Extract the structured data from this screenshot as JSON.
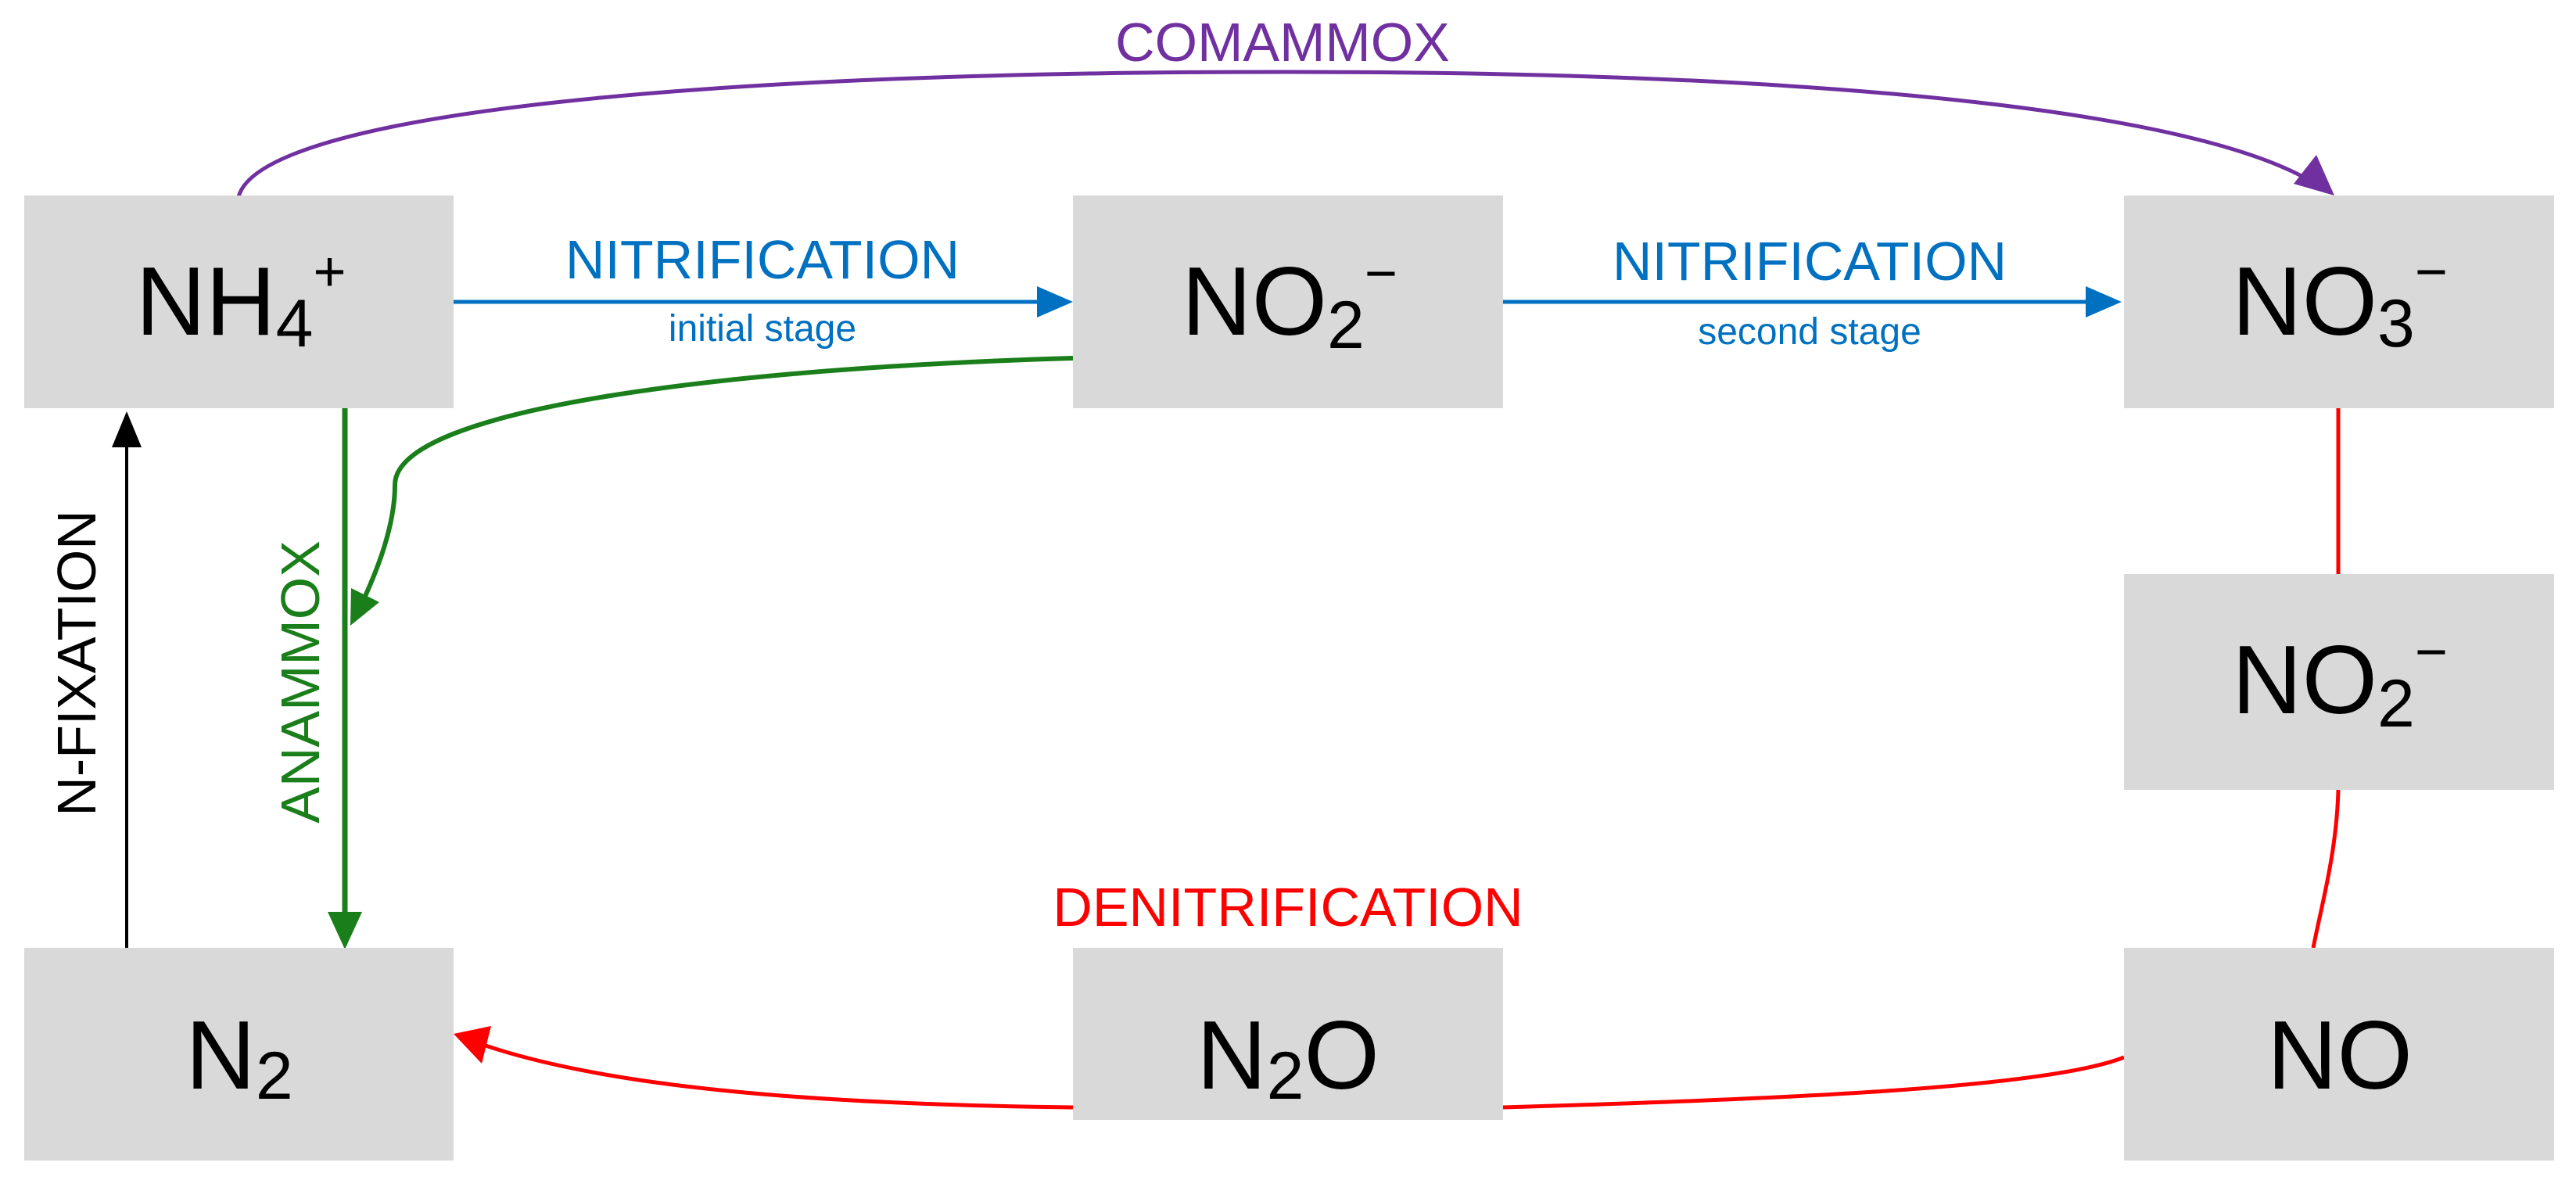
{
  "nodes": {
    "nh4": {
      "base": "NH",
      "sub": "4",
      "sup": "+"
    },
    "no2_top": {
      "base": "NO",
      "sub": "2",
      "sup": "−"
    },
    "no3": {
      "base": "NO",
      "sub": "3",
      "sup": "−"
    },
    "no2_right": {
      "base": "NO",
      "sub": "2",
      "sup": "−"
    },
    "no": {
      "base": "NO"
    },
    "n2o": {
      "base": "N",
      "sub": "2",
      "tail": "O"
    },
    "n2": {
      "base": "N",
      "sub": "2"
    }
  },
  "processes": {
    "comammox": "COMAMMOX",
    "nitrification1": {
      "title": "NITRIFICATION",
      "stage": "initial stage"
    },
    "nitrification2": {
      "title": "NITRIFICATION",
      "stage": "second stage"
    },
    "anammox": "ANAMMOX",
    "n_fixation": "N-FIXATION",
    "denitrification": "DENITRIFICATION"
  },
  "colors": {
    "box": "#d9d9d9",
    "comammox": "#7030a0",
    "nitrification": "#0070c0",
    "anammox": "#1a7f1a",
    "denitrification": "#ff0000",
    "n_fixation": "#000000"
  }
}
